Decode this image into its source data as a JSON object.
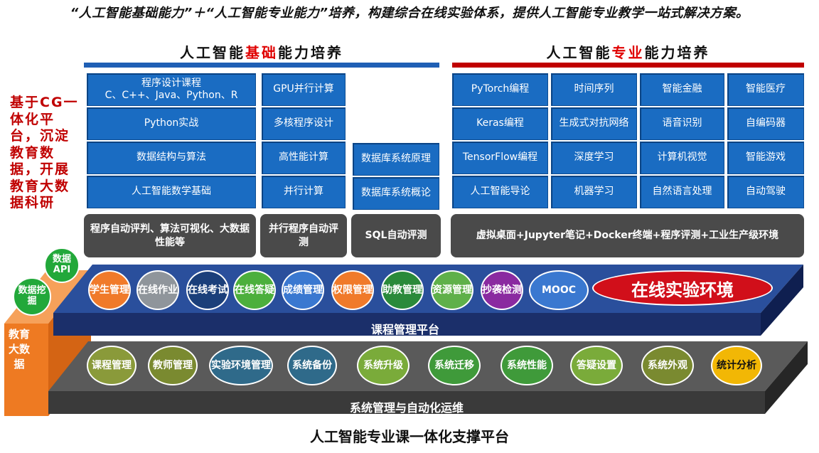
{
  "banner": "“人工智能基础能力”＋“人工智能专业能力”培养，构建综合在线实验体系，提供人工智能专业教学一站式解决方案。",
  "sections": {
    "basic": {
      "prefix": "人工智能",
      "highlight": "基础",
      "suffix": "能力培养"
    },
    "pro": {
      "prefix": "人工智能",
      "highlight": "专业",
      "suffix": "能力培养"
    }
  },
  "left_text": "基于CG一体化平台，沉淀教育数据，开展教育大数据科研",
  "basic_col1": [
    "程序设计课程\nC、C++、Java、Python、R",
    "Python实战",
    "数据结构与算法",
    "人工智能数学基础"
  ],
  "basic_col2": [
    "GPU并行计算",
    "多核程序设计",
    "高性能计算",
    "并行计算"
  ],
  "basic_col3": [
    "数据库系统原理",
    "数据库系统概论"
  ],
  "basic_gray": [
    "程序自动评判、算法可视化、大数据性能等",
    "并行程序自动评测",
    "SQL自动评测"
  ],
  "pro_tiles": [
    [
      "PyTorch编程",
      "时间序列",
      "智能金融",
      "智能医疗"
    ],
    [
      "Keras编程",
      "生成式对抗网络",
      "语音识别",
      "自编码器"
    ],
    [
      "TensorFlow编程",
      "深度学习",
      "计算机视觉",
      "智能游戏"
    ],
    [
      "人工智能导论",
      "机器学习",
      "自然语言处理",
      "自动驾驶"
    ]
  ],
  "pro_gray": "虚拟桌面+Jupyter笔记+Docker终端+程序评测+工业生产级环境",
  "side_circles": [
    "数据API",
    "数据挖掘"
  ],
  "side_bar": "教育大数据",
  "course_circles": [
    {
      "label": "学生管理",
      "color": "#f07a2a"
    },
    {
      "label": "在线作业",
      "color": "#8f959b"
    },
    {
      "label": "在线考试",
      "color": "#1b3f7a"
    },
    {
      "label": "在线答疑",
      "color": "#4caf3c"
    },
    {
      "label": "成绩管理",
      "color": "#3a78d0"
    },
    {
      "label": "权限管理",
      "color": "#f07a2a"
    },
    {
      "label": "助教管理",
      "color": "#2a8a3a"
    },
    {
      "label": "资源管理",
      "color": "#5fb04a"
    },
    {
      "label": "抄袭检测",
      "color": "#8a2aa0"
    },
    {
      "label": "MOOC",
      "color": "#3a78d0"
    }
  ],
  "online_env": "在线实验环境",
  "course_platform": "课程管理平台",
  "sys_circles": [
    {
      "label": "课程管理",
      "color": "#8a9a3a"
    },
    {
      "label": "教师管理",
      "color": "#7a8a30"
    },
    {
      "label": "实验环境管理",
      "color": "#2f6a8a"
    },
    {
      "label": "系统备份",
      "color": "#2f6a8a"
    },
    {
      "label": "系统升级",
      "color": "#7aab3a"
    },
    {
      "label": "系统迁移",
      "color": "#3f9a3a"
    },
    {
      "label": "系统性能",
      "color": "#3f9a3a"
    },
    {
      "label": "答疑设置",
      "color": "#7aab3a"
    },
    {
      "label": "系统外观",
      "color": "#7a8a30"
    },
    {
      "label": "统计分析",
      "color": "#f2b705"
    }
  ],
  "sys_platform": "系统管理与自动化运维",
  "bottom_title": "人工智能专业课一体化支撑平台"
}
